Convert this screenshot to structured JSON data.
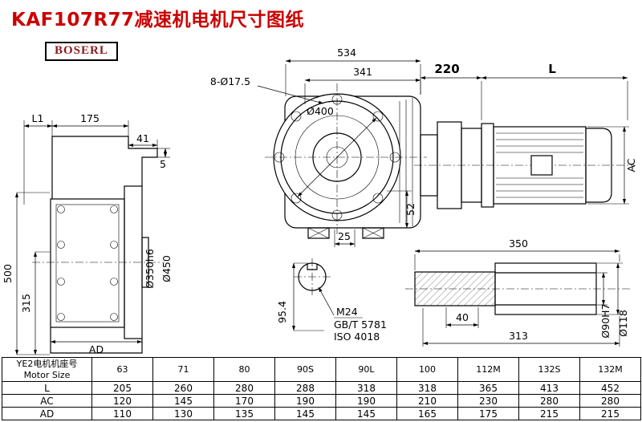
{
  "page": {
    "title": "KAF107R77减速机电机尺寸图纸",
    "brand": "BOSERL"
  },
  "views": {
    "front": {
      "dim_l1": "L1",
      "dim_175": "175",
      "dim_41": "41",
      "dim_5": "5",
      "dim_500": "500",
      "dim_315": "315",
      "dim_ad": "AD",
      "dim_d350": "Ø350h6",
      "dim_d450": "Ø450"
    },
    "flange": {
      "dim_534": "534",
      "dim_341": "341",
      "dim_holes": "8-Ø17.5",
      "dim_d400": "Ø400",
      "dim_52": "52"
    },
    "motor": {
      "dim_220": "220",
      "dim_l": "L",
      "dim_ac": "AC"
    },
    "shaft_end": {
      "dim_25": "25",
      "dim_95": "95.4",
      "thread": "M24",
      "std_gb": "GB/T 5781",
      "std_iso": "ISO 4018"
    },
    "shaft_side": {
      "dim_350": "350",
      "dim_40": "40",
      "dim_313": "313",
      "dim_d90": "Ø90H7",
      "dim_d118": "Ø118"
    }
  },
  "table": {
    "header_line1": "YE2电机机座号",
    "header_line2": "Motor Size",
    "sizes": [
      "63",
      "71",
      "80",
      "90S",
      "90L",
      "100",
      "112M",
      "132S",
      "132M"
    ],
    "rows": [
      {
        "label": "L",
        "values": [
          "205",
          "260",
          "280",
          "288",
          "318",
          "318",
          "365",
          "413",
          "452"
        ]
      },
      {
        "label": "AC",
        "values": [
          "120",
          "145",
          "170",
          "190",
          "190",
          "210",
          "230",
          "280",
          "280"
        ]
      },
      {
        "label": "AD",
        "values": [
          "110",
          "130",
          "135",
          "145",
          "145",
          "165",
          "175",
          "215",
          "215"
        ]
      }
    ]
  }
}
